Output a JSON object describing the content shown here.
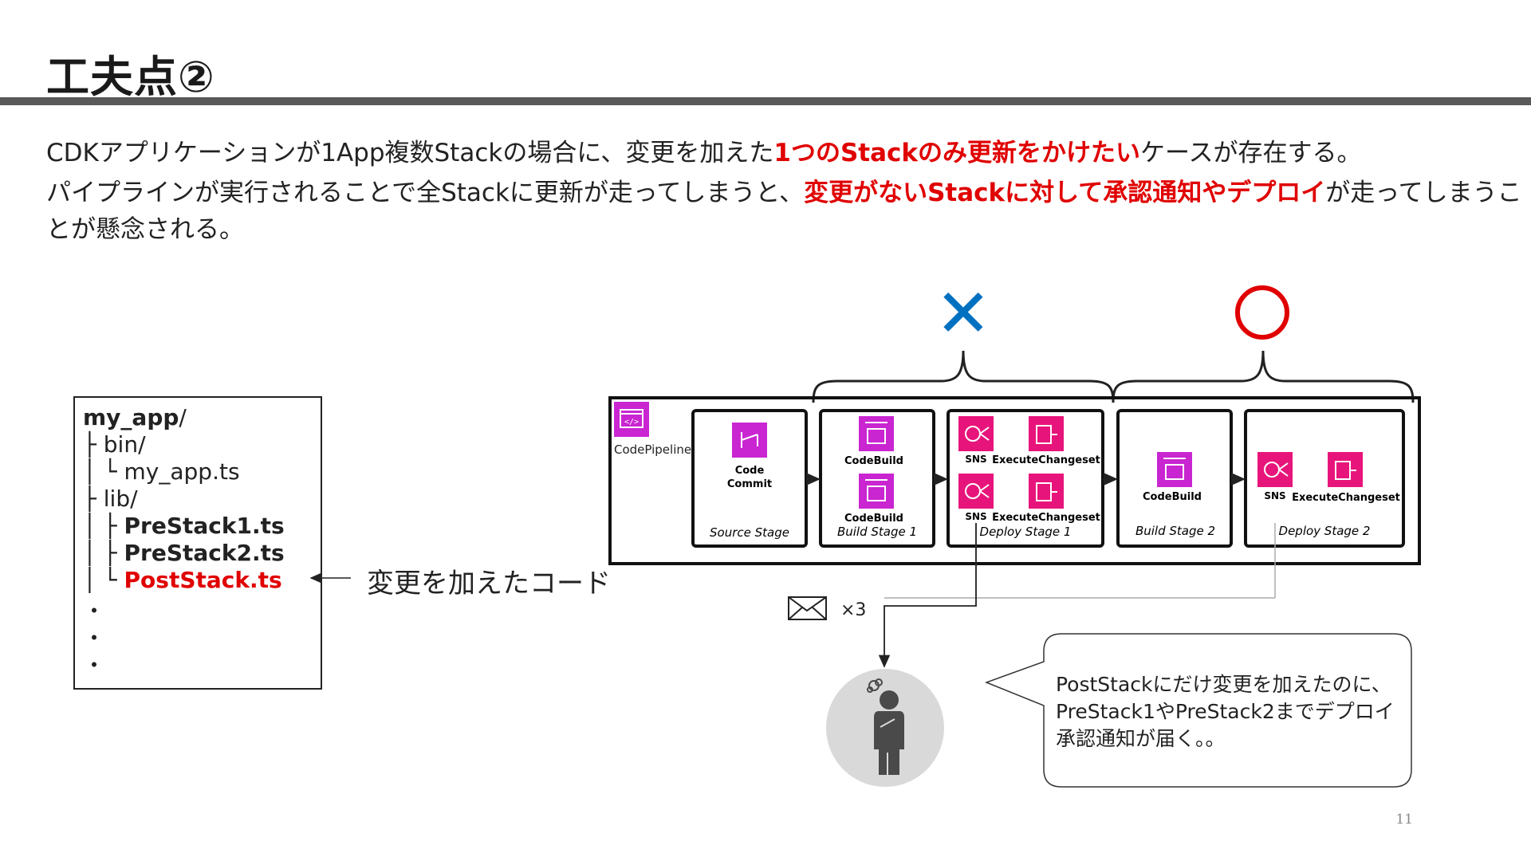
{
  "title": "工夫点②",
  "page_number": "11",
  "paragraph1": {
    "before": "CDKアプリケーションが1App複数Stackの場合に、変更を加えた",
    "highlight": "1つのStackのみ更新をかけたい",
    "after": "ケースが存在する。"
  },
  "paragraph2": {
    "before": "パイプラインが実行されることで全Stackに更新が走ってしまうと、",
    "highlight": "変更がないStackに対して承認通知やデプロイ",
    "after": "が走ってしまうこ",
    "line2": "とが懸念される。"
  },
  "tree": {
    "lines": [
      {
        "prefix": "",
        "name": "my_app",
        "suffix": "/"
      },
      {
        "prefix": " ├ ",
        "name": "",
        "suffix": "bin/"
      },
      {
        "prefix": " │  └ ",
        "name": "",
        "suffix": "my_app.ts"
      },
      {
        "prefix": " ├ ",
        "name": "",
        "suffix": "lib/"
      },
      {
        "prefix": " │  ├ ",
        "name": "PreStack1.ts",
        "suffix": ""
      },
      {
        "prefix": " │  ├ ",
        "name": "PreStack2.ts",
        "suffix": ""
      },
      {
        "prefix": " │  └ ",
        "name": "PostStack.ts",
        "suffix": ""
      },
      {
        "prefix": "  ・",
        "name": "",
        "suffix": ""
      },
      {
        "prefix": "  ・",
        "name": "",
        "suffix": ""
      },
      {
        "prefix": "  ・",
        "name": "",
        "suffix": ""
      }
    ]
  },
  "changed_code_label": "変更を加えたコード",
  "marks": {
    "cross": "✕",
    "circle": "○",
    "cross_color": "#0070c0",
    "circle_color": "#e00000"
  },
  "pipeline": {
    "name": "CodePipeline",
    "stages": [
      {
        "name": "Source Stage",
        "services": [
          "Code",
          "Commit"
        ]
      },
      {
        "name": "Build Stage 1",
        "services": [
          "CodeBuild",
          "CodeBuild"
        ]
      },
      {
        "name": "Deploy Stage 1",
        "services": [
          "SNS",
          "ExecuteChangeset",
          "SNS",
          "ExecuteChangeset"
        ]
      },
      {
        "name": "Build Stage 2",
        "services": [
          "CodeBuild"
        ]
      },
      {
        "name": "Deploy Stage 2",
        "services": [
          "SNS",
          "ExecuteChangeset"
        ]
      }
    ]
  },
  "mail": {
    "icon": "envelope-icon",
    "count": "×3"
  },
  "user": {
    "icon": "worried-person-icon"
  },
  "bubble": {
    "lines": [
      "PostStackにだけ変更を加えたのに、",
      "PreStack1やPreStack2までデプロイ",
      "承認通知が届く。。"
    ]
  },
  "colors": {
    "codepipeline": "#c925d1",
    "codebuild": "#c925d1",
    "sns": "#e7157b",
    "changeset": "#e7157b",
    "rule": "#595959"
  }
}
